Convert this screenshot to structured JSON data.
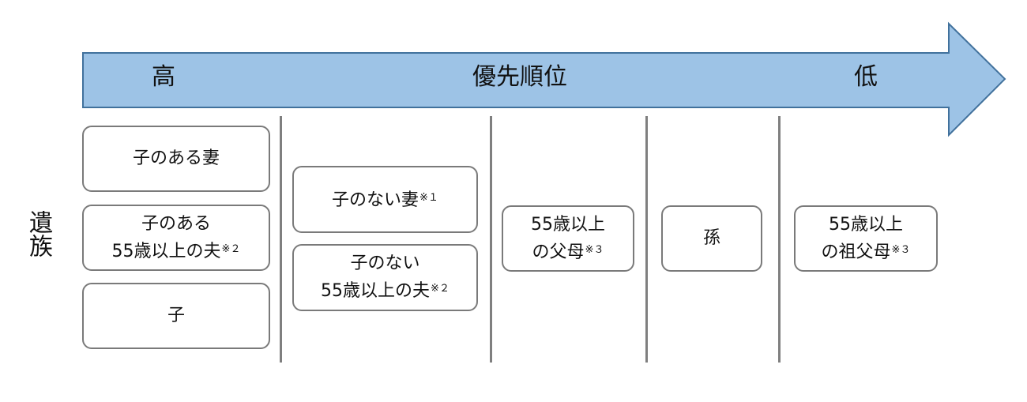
{
  "arrow": {
    "fill": "#9dc3e6",
    "stroke": "#41719c",
    "labels": {
      "high": "高",
      "center": "優先順位",
      "low": "低"
    }
  },
  "side_label": "遺族",
  "columns": [
    {
      "boxes": [
        {
          "lines": [
            "子のある妻"
          ]
        },
        {
          "lines": [
            "子のある",
            "55歳以上の夫"
          ],
          "note": "※２"
        },
        {
          "lines": [
            "子"
          ]
        }
      ]
    },
    {
      "boxes": [
        {
          "lines": [
            "子のない妻"
          ],
          "note": "※１"
        },
        {
          "lines": [
            "子のない",
            "55歳以上の夫"
          ],
          "note": "※２"
        }
      ]
    },
    {
      "boxes": [
        {
          "lines": [
            "55歳以上",
            "の父母"
          ],
          "note": "※３"
        }
      ]
    },
    {
      "boxes": [
        {
          "lines": [
            "孫"
          ]
        }
      ]
    },
    {
      "boxes": [
        {
          "lines": [
            "55歳以上",
            "の祖父母"
          ],
          "note": "※３"
        }
      ]
    }
  ]
}
